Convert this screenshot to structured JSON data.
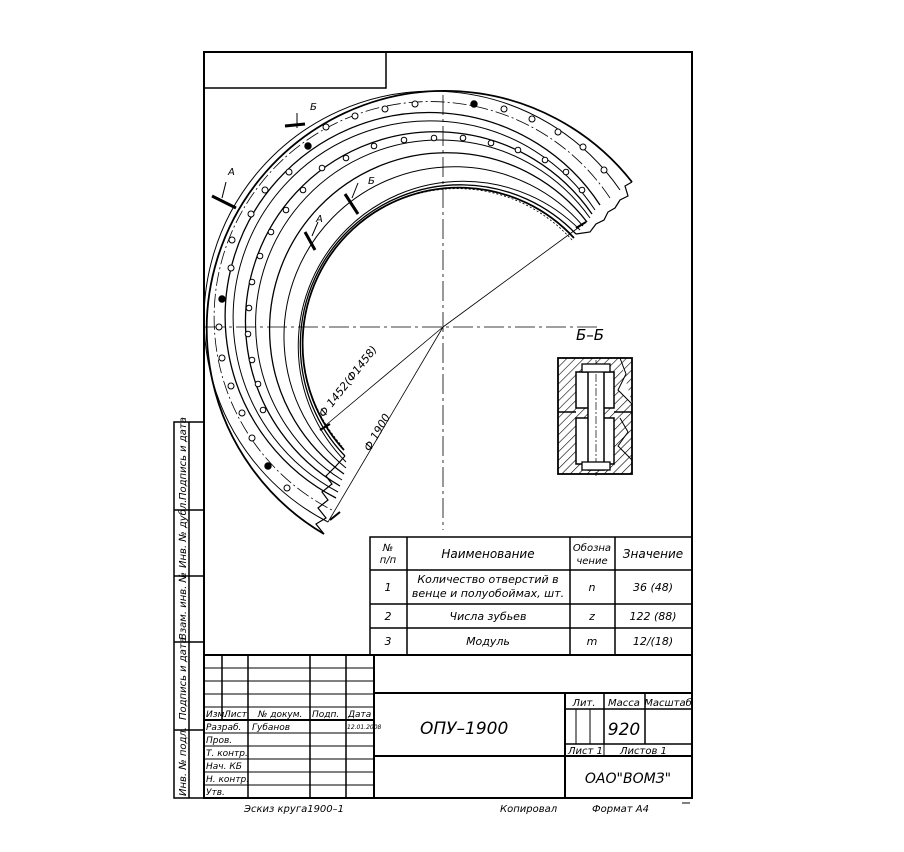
{
  "drawing": {
    "section_label": "Б–Б",
    "view_marks": {
      "b_upper": "Б",
      "b_lower": "Б",
      "a_left": "А",
      "a_inner": "А"
    },
    "dimensions": {
      "inner_diameter": "Ф 1452(Ф1458)",
      "outer_diameter": "Ф 1900"
    }
  },
  "spec_table": {
    "headers": {
      "num": "№\nп/п",
      "name": "Наименование",
      "desig": "Обозна\nчение",
      "value": "Значение"
    },
    "rows": [
      {
        "num": "1",
        "name": "Количество отверстий в\nвенце и полуобоймах, шт.",
        "desig": "n",
        "value": "36 (48)"
      },
      {
        "num": "2",
        "name": "Числа зубьев",
        "desig": "z",
        "value": "122 (88)"
      },
      {
        "num": "3",
        "name": "Модуль",
        "desig": "m",
        "value": "12/(18)"
      }
    ]
  },
  "side_stamps": [
    "Подпись и дата",
    "Инв. № дубл.",
    "Взам. инв. №",
    "Подпись и дата",
    "Инв. № подл."
  ],
  "title_block": {
    "col_headers": {
      "izm": "Изм.",
      "list": "Лист",
      "doc": "№ докум.",
      "sign": "Подп.",
      "date": "Дата"
    },
    "role_rows": [
      {
        "role": "Разраб.",
        "name": "Губанов",
        "date": "12.01.2008"
      },
      {
        "role": "Пров.",
        "name": "",
        "date": ""
      },
      {
        "role": "Т. контр.",
        "name": "",
        "date": ""
      },
      {
        "role": "Нач. КБ",
        "name": "",
        "date": ""
      },
      {
        "role": "Н. контр.",
        "name": "",
        "date": ""
      },
      {
        "role": "Утв.",
        "name": "",
        "date": ""
      }
    ],
    "designation": "ОПУ–1900",
    "lit_label": "Лит.",
    "mass_label": "Масса",
    "scale_label": "Масштаб",
    "mass_value": "920",
    "sheet": "Лист 1",
    "sheets": "Листов 1",
    "company": "ОАО\"ВОМЗ\""
  },
  "footer": {
    "file_name": "Эскиз круга1900–1",
    "copied": "Копировал",
    "format": "Формат А4"
  }
}
